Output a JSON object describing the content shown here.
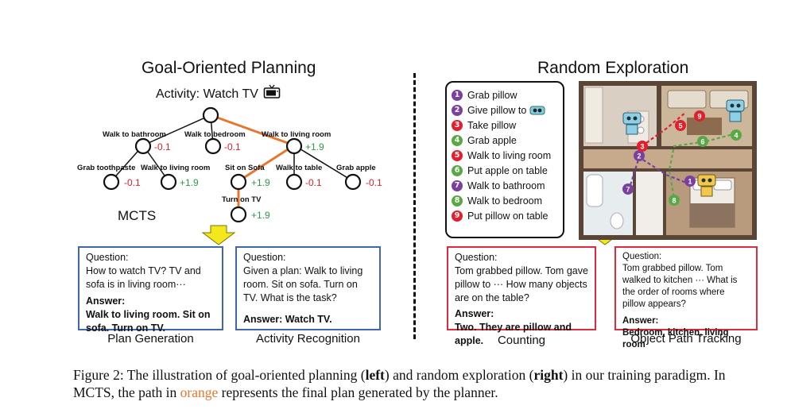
{
  "left": {
    "title": "Goal-Oriented Planning",
    "activity": "Activity: Watch TV",
    "mcts_label": "MCTS",
    "actions": {
      "walk_bathroom": "Walk to bathroom",
      "walk_bedroom": "Walk to bedroom",
      "walk_living": "Walk to living room",
      "grab_toothpaste": "Grab toothpaste",
      "walk_living2": "Walk to living room",
      "sit_sofa": "Sit on Sofa",
      "walk_table": "Walk to table",
      "grab_apple": "Grab apple",
      "turn_on_tv": "Turn on TV"
    },
    "scores": {
      "bathroom": "-0.1",
      "bedroom": "-0.1",
      "living": "+1.9",
      "toothpaste": "-0.1",
      "living2": "+1.9",
      "sofa": "+1.9",
      "table": "-0.1",
      "apple": "-0.1",
      "tv": "+1.9"
    },
    "plan_box": {
      "question_label": "Question:",
      "question": "How to watch TV? TV and sofa is in living room···",
      "answer_label": "Answer:",
      "answer": "Walk to living room. Sit on sofa. Turn on TV."
    },
    "plan_caption": "Plan Generation",
    "activity_box": {
      "question_label": "Question:",
      "question": "Given a plan: Walk to living room. Sit on sofa. Turn on TV. What is the task?",
      "answer": "Answer: Watch TV."
    },
    "activity_caption": "Activity Recognition"
  },
  "right": {
    "title": "Random Exploration",
    "legend": [
      {
        "num": "1",
        "label": "Grab pillow",
        "color": "#7b3fa0"
      },
      {
        "num": "2",
        "label": "Give pillow to",
        "color": "#7b3fa0"
      },
      {
        "num": "3",
        "label": "Take pillow",
        "color": "#e0202e"
      },
      {
        "num": "4",
        "label": "Grab apple",
        "color": "#5aa845"
      },
      {
        "num": "5",
        "label": "Walk to living room",
        "color": "#e0202e"
      },
      {
        "num": "6",
        "label": "Put apple on table",
        "color": "#5aa845"
      },
      {
        "num": "7",
        "label": "Walk to bathroom",
        "color": "#7b3fa0"
      },
      {
        "num": "8",
        "label": "Walk to bedroom",
        "color": "#5aa845"
      },
      {
        "num": "9",
        "label": "Put pillow on table",
        "color": "#e0202e"
      }
    ],
    "counting_box": {
      "question_label": "Question:",
      "question": "Tom grabbed pillow. Tom gave pillow to ··· How many objects are on the table?",
      "answer_label": "Answer:",
      "answer": "Two. They are pillow and apple."
    },
    "counting_caption": "Counting",
    "tracking_box": {
      "question_label": "Question:",
      "question": "Tom grabbed pillow. Tom walked to kitchen ··· What is the order of rooms where pillow appears?",
      "answer_label": "Answer:",
      "answer": "Bedroom, kitchen, living room"
    },
    "tracking_caption": "Object Path Tracking"
  },
  "caption": {
    "prefix": "Figure 2:  The illustration of goal-oriented planning (",
    "left_bold": "left",
    "middle": ") and random exploration (",
    "right_bold": "right",
    "suffix": ") in our training paradigm. In MCTS, the path in ",
    "orange_word": "orange",
    "end": " represents the final plan generated by the planner."
  },
  "colors": {
    "orange": "#e8772e",
    "blue_box": "#3f67b0",
    "red_box": "#e02b3d",
    "positive": "#2e9b4b",
    "negative": "#e0202e",
    "arrow_yellow": "#f2e81c"
  },
  "icons": [
    "tv-icon",
    "robot-icon",
    "arrow-down-icon"
  ]
}
